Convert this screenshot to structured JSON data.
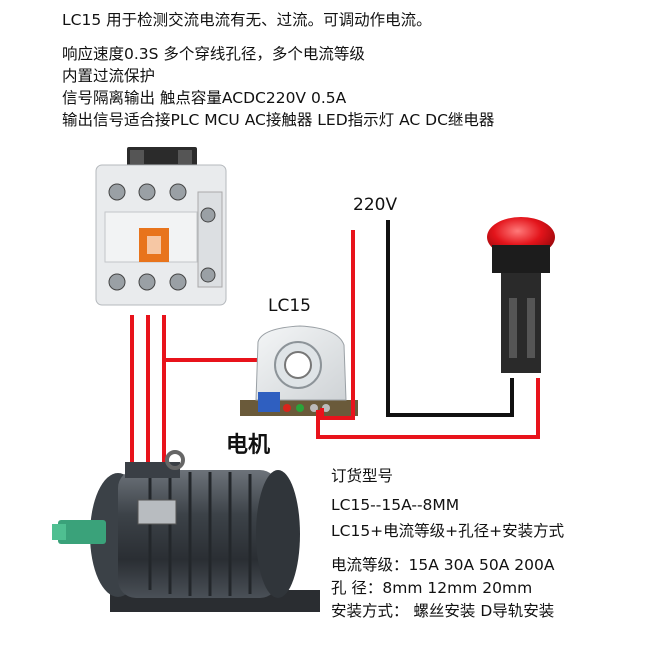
{
  "header": {
    "line1": "LC15  用于检测交流电流有无、过流。可调动作电流。",
    "line2": "响应速度0.3S   多个穿线孔径，多个电流等级",
    "line3": "内置过流保护",
    "line4": "信号隔离输出  触点容量ACDC220V  0.5A",
    "line5": "输出信号适合接PLC MCU  AC接触器  LED指示灯  AC DC继电器"
  },
  "diagram": {
    "voltage_label": "220V",
    "sensor_label": "LC15",
    "motor_label": "电机",
    "wire_color": "#e8131b",
    "black_wire_color": "#111111"
  },
  "order": {
    "title": "订货型号",
    "model_example": "LC15--15A--8MM",
    "model_formula": "LC15+电流等级+孔径+安装方式",
    "current_levels": "电流等级：15A  30A  50A  200A",
    "aperture": "孔    径：8mm    12mm   20mm",
    "mounting": "安装方式：  螺丝安装   D导轨安装"
  }
}
